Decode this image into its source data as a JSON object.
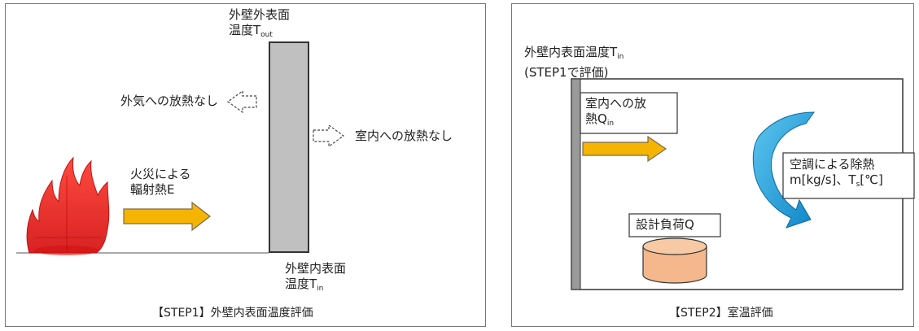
{
  "step1": {
    "outer_surface_temp_line1": "外壁外表面",
    "outer_surface_temp_line2": "温度T",
    "outer_surface_temp_sub": "out",
    "no_heat_release_outside": "外気への放熱なし",
    "no_heat_release_indoor": "室内への放熱なし",
    "fire_radiation_line1": "火災による",
    "fire_radiation_line2": "輻射熱E",
    "inner_surface_temp_line1": "外壁内表面",
    "inner_surface_temp_line2": "温度T",
    "inner_surface_temp_sub": "in",
    "caption": "【STEP1】外壁内表面温度評価"
  },
  "step2": {
    "inner_surface_temp_line1": "外壁内表面温度T",
    "inner_surface_temp_sub": "in",
    "inner_surface_temp_line2": "(STEP1で評価)",
    "indoor_heat_line1": "室内への放",
    "indoor_heat_line2": "熱Q",
    "indoor_heat_sub": "in",
    "ac_removal_line1": "空調による除熱",
    "ac_removal_line2a": "m[kg/s]、T",
    "ac_removal_sub": "s",
    "ac_removal_line2b": "[℃]",
    "design_load": "設計負荷Q",
    "caption": "【STEP2】室温評価"
  },
  "colors": {
    "wall_fill": "#c0c0c0",
    "fire_red": "#e8201c",
    "arrow_yellow": "#f4b400",
    "ac_blue": "#1aa3e0",
    "cylinder_fill": "#f4b88c"
  }
}
